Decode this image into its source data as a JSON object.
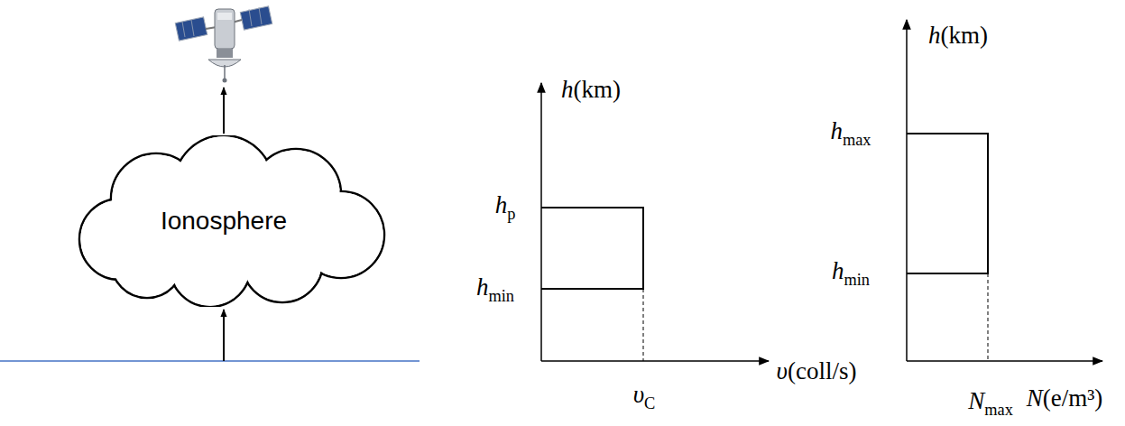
{
  "diagram": {
    "nodes": [
      {
        "text": [
          "Ionosphere"
        ]
      }
    ],
    "labels": [
      "h(km)",
      "hp",
      "hmin",
      "υC",
      "υ(coll/s)",
      "h(km)",
      "hmax",
      "hmin",
      "Nmax",
      "N(e/m³)"
    ]
  }
}
